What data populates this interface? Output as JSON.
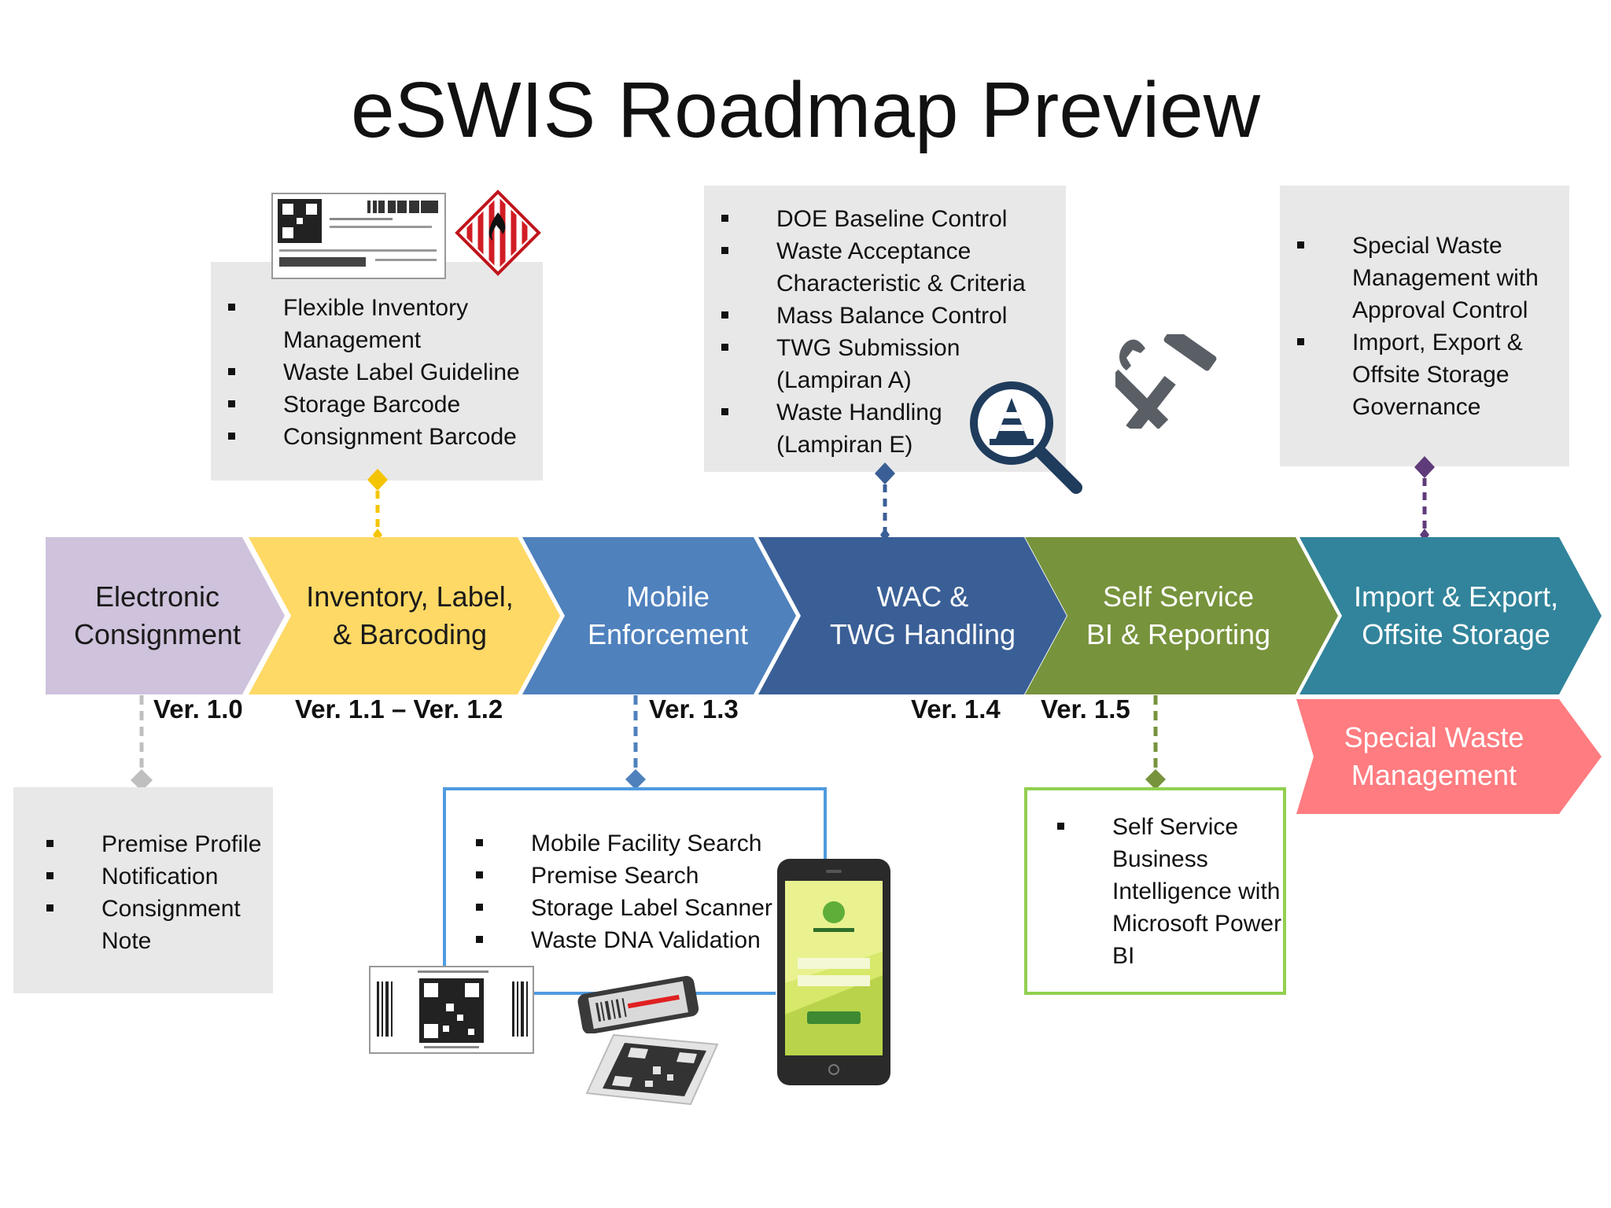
{
  "title": "eSWIS Roadmap Preview",
  "stages": [
    {
      "label": "Electronic\nConsignment",
      "color": "#cfc2dc",
      "text_color": "#1a1a1a"
    },
    {
      "label": "Inventory, Label,\n& Barcoding",
      "color": "#ffd966",
      "text_color": "#1a1a1a"
    },
    {
      "label": "Mobile\nEnforcement",
      "color": "#4f81bd",
      "text_color": "#ffffff"
    },
    {
      "label": "WAC &\nTWG Handling",
      "color": "#3a5f96",
      "text_color": "#ffffff"
    },
    {
      "label": "Self Service\nBI & Reporting",
      "color": "#77933c",
      "text_color": "#ffffff"
    },
    {
      "label": "Import & Export,\nOffsite Storage",
      "color": "#31849b",
      "text_color": "#ffffff"
    }
  ],
  "extra_stage": {
    "label": "Special Waste\nManagement",
    "color": "#ff7c80",
    "text_color": "#ffffff"
  },
  "versions": [
    "Ver. 1.0",
    "Ver. 1.1 – Ver. 1.2",
    "Ver. 1.3",
    "Ver. 1.4",
    "Ver. 1.5"
  ],
  "boxes": {
    "electronic_consignment": [
      "Premise Profile",
      "Notification",
      "Consignment Note"
    ],
    "inventory": [
      "Flexible Inventory Management",
      "Waste Label Guideline",
      "Storage Barcode",
      "Consignment Barcode"
    ],
    "wac_twg": [
      "DOE Baseline Control",
      "Waste Acceptance Characteristic & Criteria",
      "Mass Balance Control",
      "TWG Submission (Lampiran A)",
      "Waste Handling (Lampiran E)"
    ],
    "mobile": [
      "Mobile Facility Search",
      "Premise Search",
      "Storage Label Scanner",
      "Waste DNA Validation"
    ],
    "self_service": [
      "Self Service Business Intelligence with Microsoft Power BI"
    ],
    "special_waste": [
      "Special Waste Management with Approval Control",
      "Import, Export & Offsite Storage Governance"
    ]
  },
  "icons": {
    "waste_label": "waste-label-image",
    "hazard": "flammable-hazard-icon",
    "search_cone": "magnifier-cone-icon",
    "tools": "wrench-hammer-icon",
    "barcode_label": "barcode-label-image",
    "scanner_phone": "scanner-phone-image",
    "qr_card": "qr-code-image",
    "mobile_app": "smartphone-app-image"
  },
  "colors": {
    "connector_gray": "#bfbfbf",
    "connector_yellow": "#f5c400",
    "connector_blue": "#4f81bd",
    "connector_navy": "#3a5f96",
    "connector_green": "#77933c",
    "connector_purple": "#5f3b7a",
    "mobile_frame": "#4f9be0",
    "self_service_frame": "#92d050"
  }
}
